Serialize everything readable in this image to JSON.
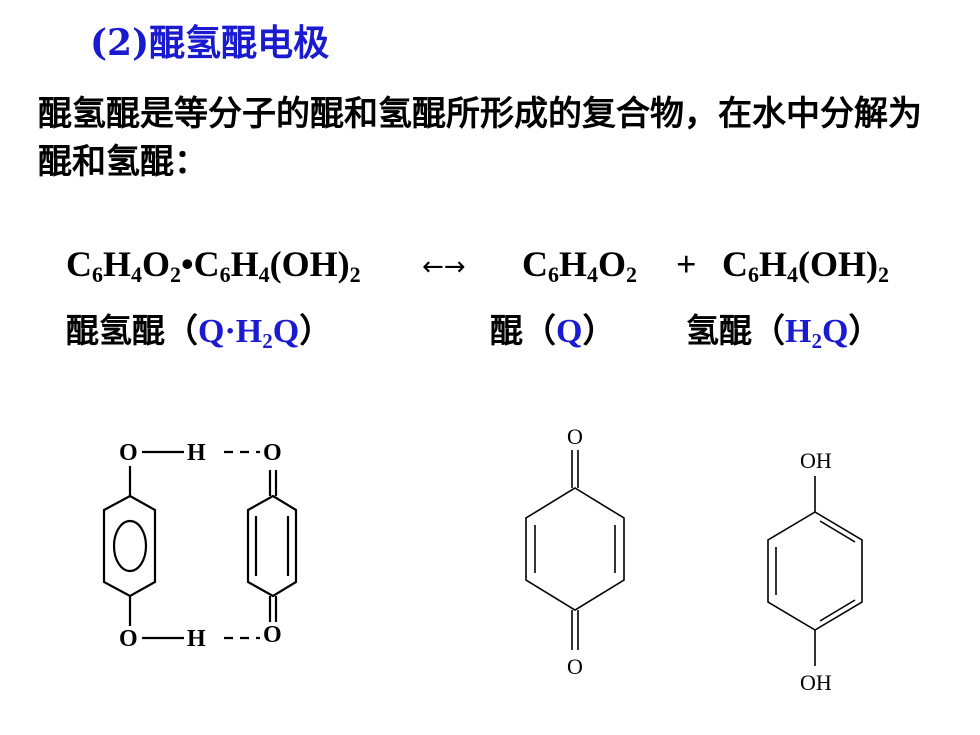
{
  "title": "(2)醌氢醌电极",
  "paragraph": "醌氢醌是等分子的醌和氢醌所形成的复合物，在水中分解为醌和氢醌：",
  "equation": {
    "arrow": "←→",
    "plus": "+"
  },
  "names": {
    "quinhydrone": "醌氢醌",
    "quinone": "醌",
    "hydroquinone": "氢醌",
    "open_paren": "（",
    "close_paren": "）"
  },
  "structures": {
    "label_O": "O",
    "label_H": "H",
    "label_OH": "OH"
  },
  "colors": {
    "accent_blue": "#1a1ad0",
    "text": "#000000"
  }
}
